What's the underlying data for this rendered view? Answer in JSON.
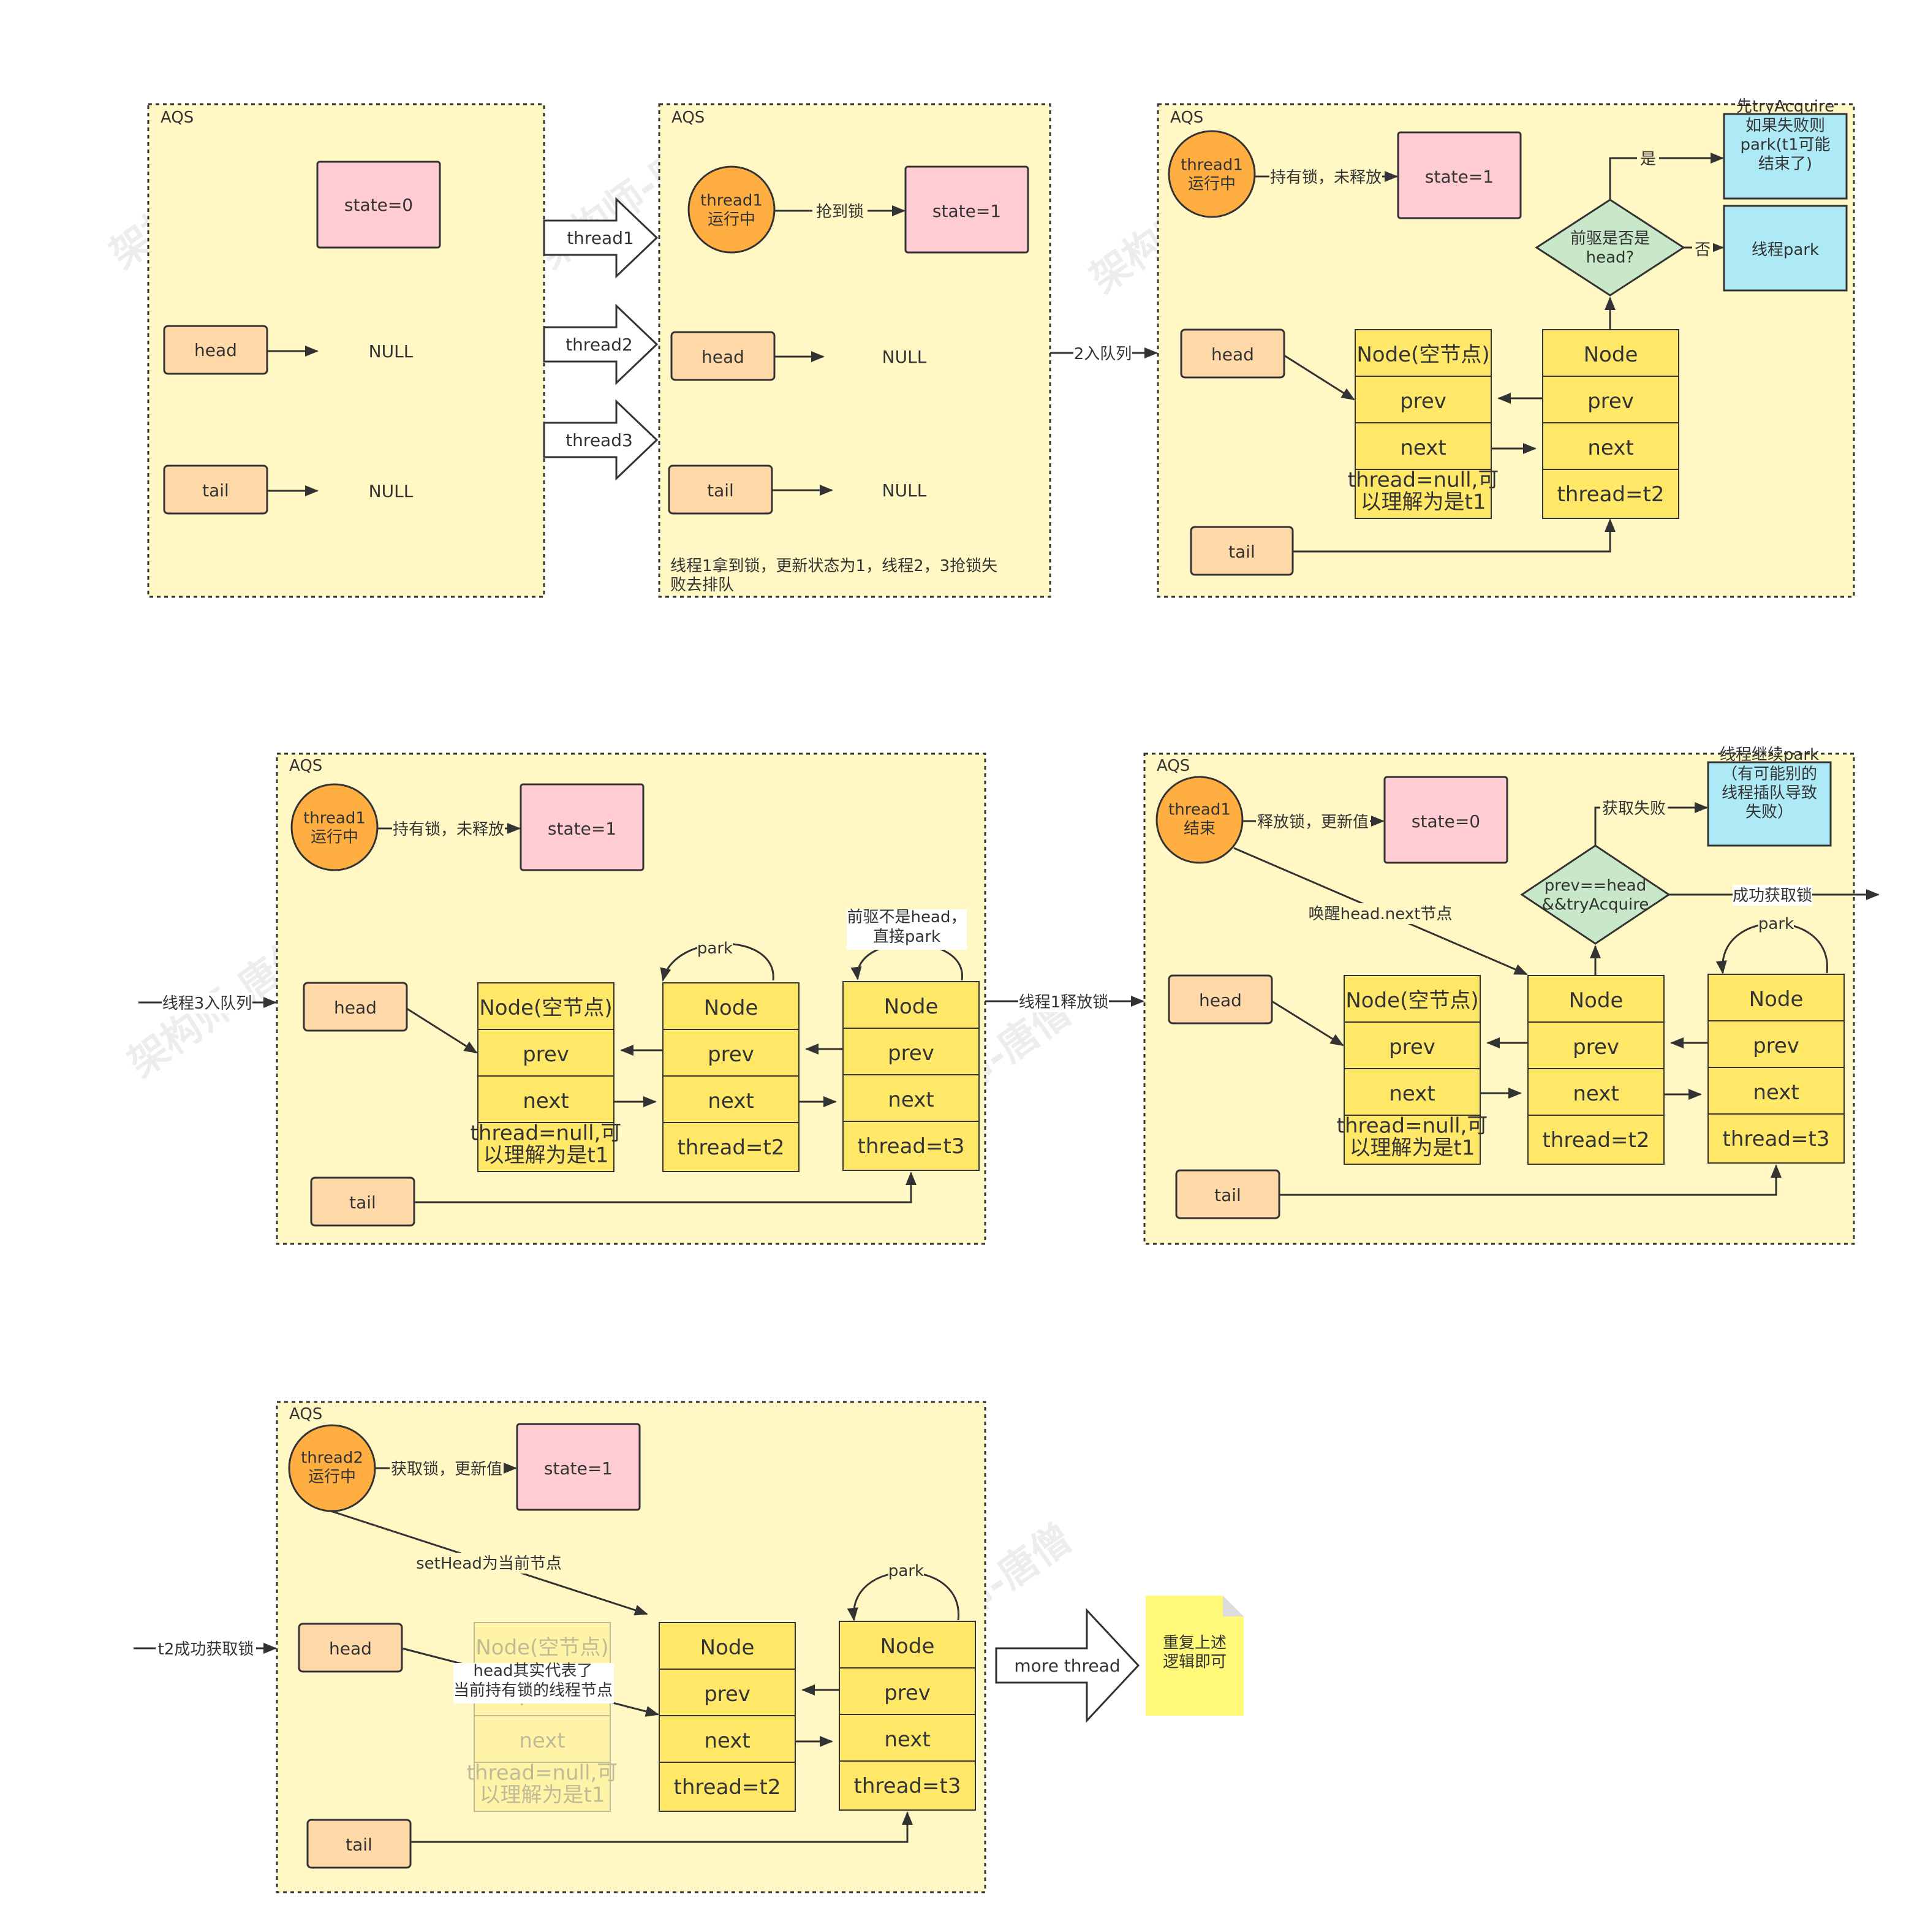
{
  "aqs_label": "AQS",
  "null_text": "NULL",
  "head_label": "head",
  "tail_label": "tail",
  "watermark": "架构师-唐僧",
  "panel1": {
    "state": "state=0"
  },
  "transfer_arrows": [
    "thread1",
    "thread2",
    "thread3"
  ],
  "panel2": {
    "thread_circle": "thread1\n运行中",
    "grab_lock": "抢到锁",
    "state": "state=1",
    "note": "线程1拿到锁，更新状态为1，线程2，3抢锁失败去排队"
  },
  "link_enqueue": "2入队列",
  "panel3": {
    "thread_circle": "thread1\n运行中",
    "hold_lock": "持有锁，未释放",
    "state": "state=1",
    "decision": "前驱是否是\nhead?",
    "yes": "是",
    "no": "否",
    "try_box": "先tryAcquire\n如果失败则\npark(t1可能\n结束了)",
    "park_box": "线程park",
    "empty_node": {
      "title": "Node(空节点)",
      "prev": "prev",
      "next": "next",
      "thread": "thread=null,可\n以理解为是t1"
    },
    "node_t2": {
      "title": "Node",
      "prev": "prev",
      "next": "next",
      "thread": "thread=t2"
    }
  },
  "link_t3_enqueue": "线程3入队列",
  "panel4": {
    "thread_circle": "thread1\n运行中",
    "hold_lock": "持有锁，未释放",
    "state": "state=1",
    "park": "park",
    "pred_note": "前驱不是head，\n直接park",
    "empty_node": {
      "title": "Node(空节点)",
      "prev": "prev",
      "next": "next",
      "thread": "thread=null,可\n以理解为是t1"
    },
    "node_t2": {
      "title": "Node",
      "prev": "prev",
      "next": "next",
      "thread": "thread=t2"
    },
    "node_t3": {
      "title": "Node",
      "prev": "prev",
      "next": "next",
      "thread": "thread=t3"
    }
  },
  "link_release": "线程1释放锁",
  "panel5": {
    "thread_circle": "thread1\n结束",
    "release": "释放锁，更新值",
    "state": "state=0",
    "wake": "唤醒head.next节点",
    "decision": "prev==head\n&&tryAcquire",
    "fail": "获取失败",
    "success": "成功获取锁",
    "park": "park",
    "continue_box": "线程继续park\n（有可能别的\n线程插队导致\n失败）",
    "empty_node": {
      "title": "Node(空节点)",
      "prev": "prev",
      "next": "next",
      "thread": "thread=null,可\n以理解为是t1"
    },
    "node_t2": {
      "title": "Node",
      "prev": "prev",
      "next": "next",
      "thread": "thread=t2"
    },
    "node_t3": {
      "title": "Node",
      "prev": "prev",
      "next": "next",
      "thread": "thread=t3"
    }
  },
  "link_t2_acquire": "t2成功获取锁",
  "panel6": {
    "thread_circle": "thread2\n运行中",
    "acquire": "获取锁，更新值",
    "state": "state=1",
    "set_head": "setHead为当前节点",
    "head_note": "head其实代表了\n当前持有锁的线程节点",
    "park": "park",
    "faded_node": {
      "title": "Node(空节点)",
      "prev": "prev",
      "next": "next",
      "thread": "thread=null,可\n以理解为是t1"
    },
    "node_t2": {
      "title": "Node",
      "prev": "prev",
      "next": "next",
      "thread": "thread=t2"
    },
    "node_t3": {
      "title": "Node",
      "prev": "prev",
      "next": "next",
      "thread": "thread=t3"
    }
  },
  "more_thread": "more thread",
  "repeat_note": "重复上述\n逻辑即可"
}
